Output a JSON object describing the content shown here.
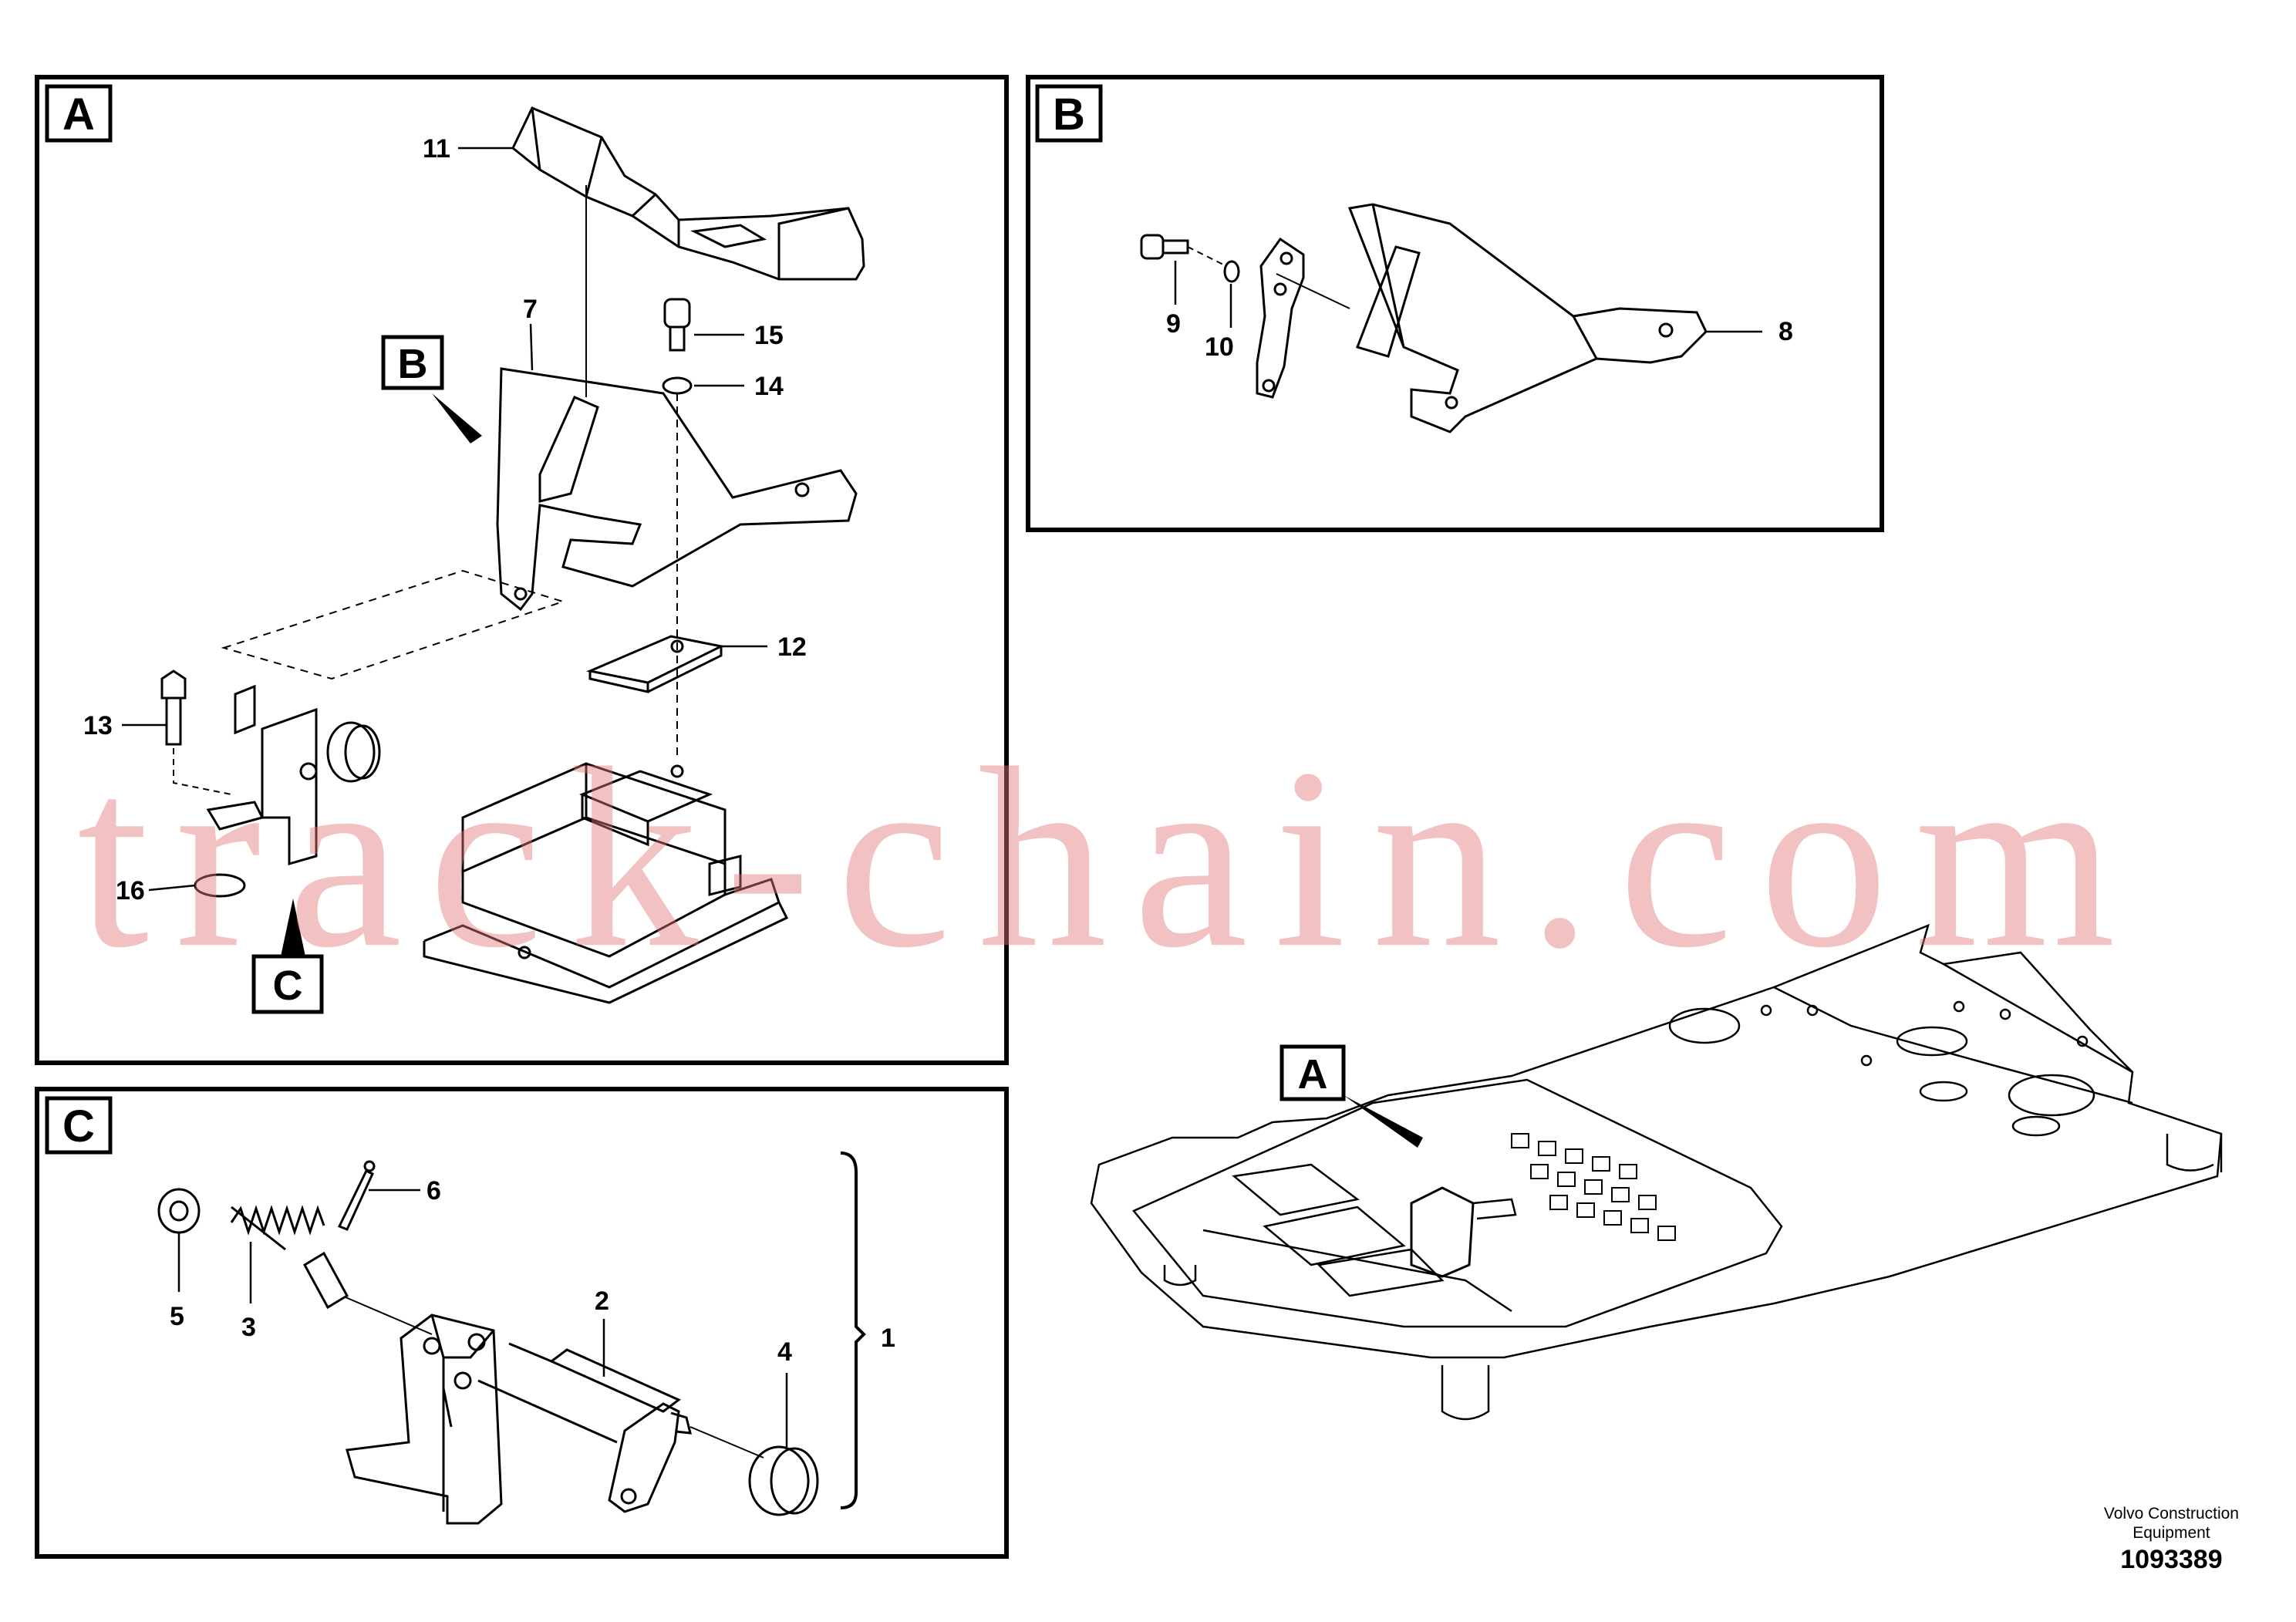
{
  "panels": {
    "A": {
      "label": "A",
      "callouts": {
        "p11": "11",
        "p7": "7",
        "p15": "15",
        "p14": "14",
        "p12": "12",
        "p13": "13",
        "p16": "16"
      },
      "refs": {
        "B": "B",
        "C": "C"
      }
    },
    "B": {
      "label": "B",
      "callouts": {
        "p9": "9",
        "p10": "10",
        "p8": "8"
      }
    },
    "C": {
      "label": "C",
      "callouts": {
        "p6": "6",
        "p5": "5",
        "p3": "3",
        "p2": "2",
        "p4": "4",
        "p1": "1"
      }
    }
  },
  "overview": {
    "ref": "A"
  },
  "watermark": "track-chain.com",
  "footer": {
    "brand_line1": "Volvo Construction",
    "brand_line2": "Equipment",
    "drawing_number": "1093389"
  }
}
